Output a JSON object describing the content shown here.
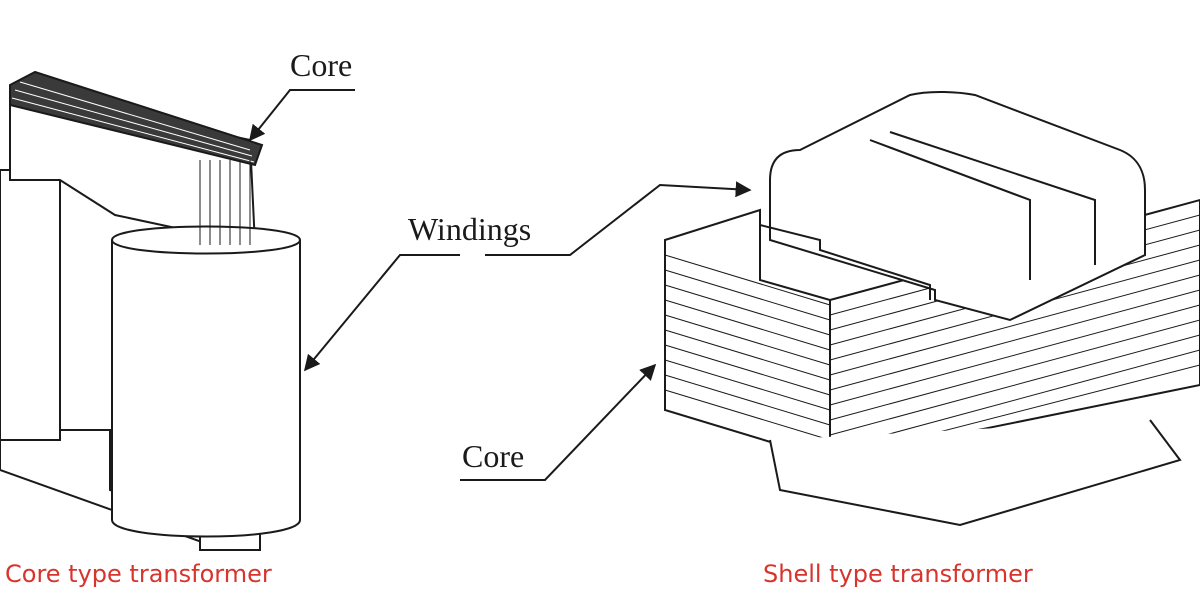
{
  "labels": {
    "core_top": "Core",
    "windings": "Windings",
    "core_bottom": "Core"
  },
  "captions": {
    "left": "Core type transformer",
    "right": "Shell type transformer"
  },
  "colors": {
    "caption": "#d8342e",
    "line": "#1a1a1a",
    "laminate": "#3a3a3a"
  }
}
